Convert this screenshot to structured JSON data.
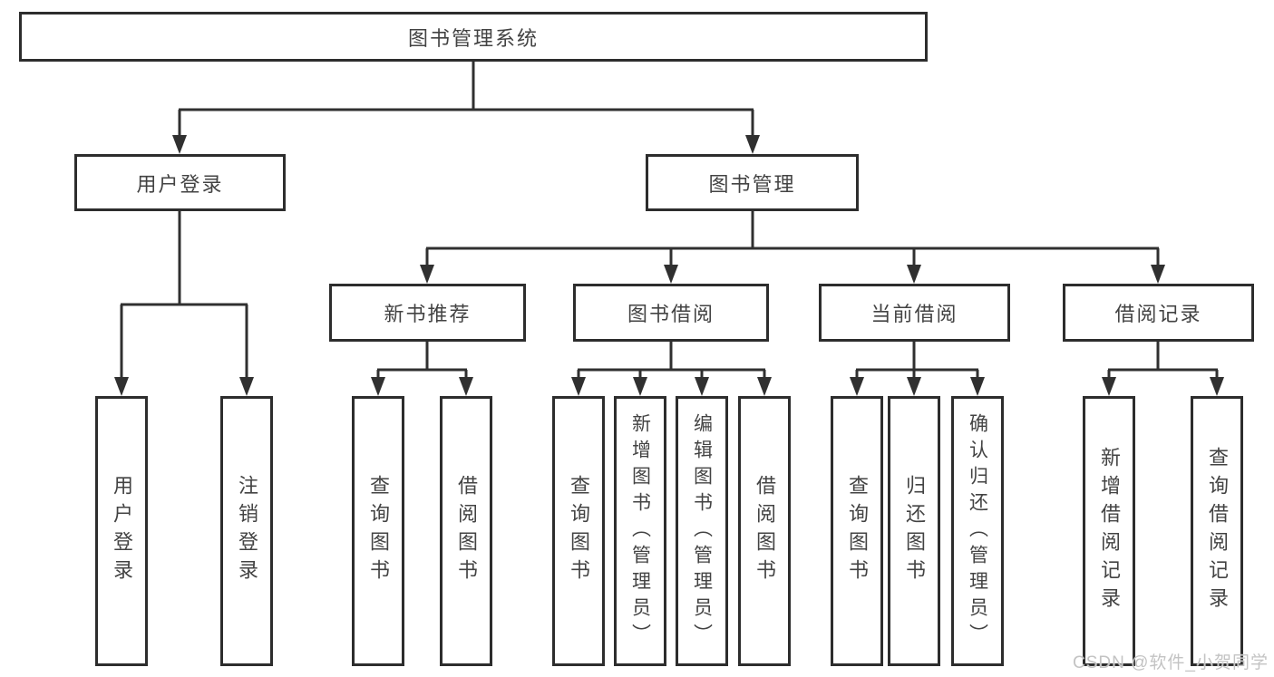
{
  "diagram": {
    "watermark": "CSDN @软件_小贺同学",
    "colors": {
      "line": "#303030",
      "box_border": "#2d2d2d",
      "text": "#434343",
      "watermark": "#c3c3c3",
      "background": "#ffffff"
    },
    "tree": {
      "label": "图书管理系统",
      "children": [
        {
          "label": "用户登录",
          "children": [
            {
              "label": "用户登录"
            },
            {
              "label": "注销登录"
            }
          ]
        },
        {
          "label": "图书管理",
          "children": [
            {
              "label": "新书推荐",
              "children": [
                {
                  "label": "查询图书"
                },
                {
                  "label": "借阅图书"
                }
              ]
            },
            {
              "label": "图书借阅",
              "children": [
                {
                  "label": "查询图书"
                },
                {
                  "label": "新增图书（管理员）"
                },
                {
                  "label": "编辑图书（管理员）"
                },
                {
                  "label": "借阅图书"
                }
              ]
            },
            {
              "label": "当前借阅",
              "children": [
                {
                  "label": "查询图书"
                },
                {
                  "label": "归还图书"
                },
                {
                  "label": "确认归还（管理员）"
                }
              ]
            },
            {
              "label": "借阅记录",
              "children": [
                {
                  "label": "新增借阅记录"
                },
                {
                  "label": "查询借阅记录"
                }
              ]
            }
          ]
        }
      ]
    }
  }
}
